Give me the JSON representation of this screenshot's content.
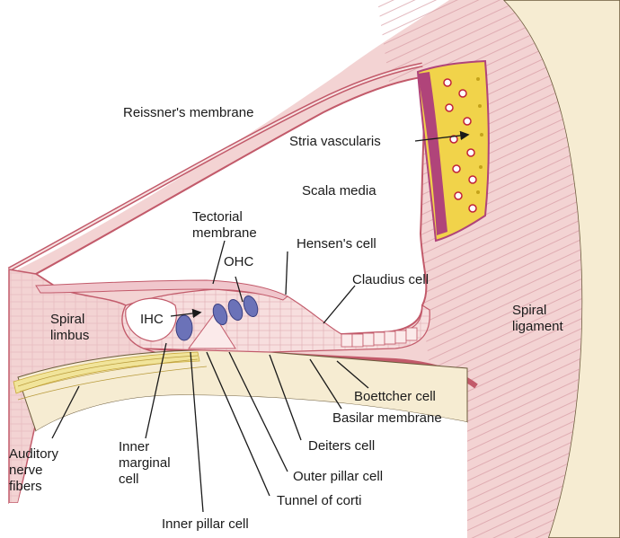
{
  "labels": {
    "reissner_membrane": "Reissner's membrane",
    "stria_vascularis": "Stria vascularis",
    "scala_media": "Scala media",
    "tectorial_membrane_1": "Tectorial",
    "tectorial_membrane_2": "membrane",
    "hensens_cell": "Hensen's cell",
    "ohc": "OHC",
    "claudius_cell": "Claudius cell",
    "spiral_limbus_1": "Spiral",
    "spiral_limbus_2": "limbus",
    "ihc": "IHC",
    "spiral_ligament_1": "Spiral",
    "spiral_ligament_2": "ligament",
    "boettcher_cell": "Boettcher cell",
    "basilar_membrane": "Basilar membrane",
    "deiters_cell": "Deiters cell",
    "outer_pillar_cell": "Outer pillar cell",
    "tunnel_of_corti": "Tunnel of corti",
    "inner_pillar_cell": "Inner pillar cell",
    "auditory_nerve_fibers_1": "Auditory",
    "auditory_nerve_fibers_2": "nerve",
    "auditory_nerve_fibers_3": "fibers",
    "inner_marginal_cell_1": "Inner",
    "inner_marginal_cell_2": "marginal",
    "inner_marginal_cell_3": "cell"
  },
  "colors": {
    "tissue": "#f3d3d3",
    "tissue_dark": "#e0a7aa",
    "outline": "#c25a6a",
    "bone": "#f6ecd2",
    "bone_outline": "#6a5a3a",
    "nerve": "#f1e49a",
    "stria": "#b0447a",
    "hair_cell": "#6b72b8",
    "leader": "#1a1a1a"
  }
}
